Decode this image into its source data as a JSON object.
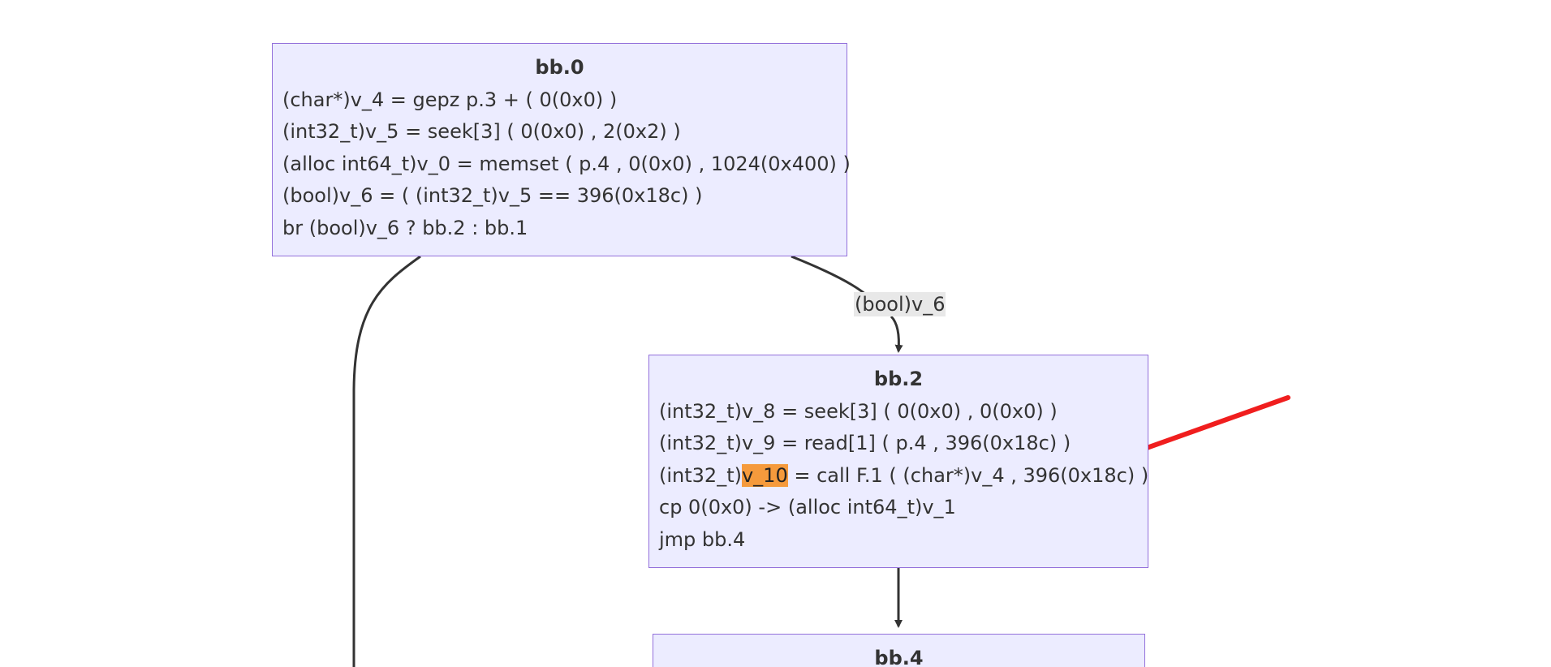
{
  "diagram": {
    "nodes": [
      {
        "id": "bb0",
        "title": "bb.0",
        "lines": [
          "(char*)v_4 = gepz p.3 + ( 0(0x0) )",
          "(int32_t)v_5 = seek[3] ( 0(0x0) , 2(0x2) )",
          "(alloc int64_t)v_0 = memset ( p.4 , 0(0x0) , 1024(0x400) )",
          "(bool)v_6 = ( (int32_t)v_5 == 396(0x18c) )",
          "br (bool)v_6 ? bb.2 : bb.1"
        ]
      },
      {
        "id": "bb2",
        "title": "bb.2",
        "lines": [
          "(int32_t)v_8 = seek[3] ( 0(0x0) , 0(0x0) )",
          "(int32_t)v_9 = read[1] ( p.4 , 396(0x18c) )",
          "cp 0(0x0) -> (alloc int64_t)v_1",
          "jmp bb.4"
        ],
        "highlighted_line": {
          "before": "(int32_t)",
          "highlight": "v_10",
          "after": " = call F.1 ( (char*)v_4 , 396(0x18c) )"
        }
      },
      {
        "id": "bb4",
        "title": "bb.4",
        "lines": []
      }
    ],
    "edges": [
      {
        "from": "bb0",
        "to": "bb2",
        "label": "(bool)v_6"
      },
      {
        "from": "bb2",
        "to": "bb4",
        "label": ""
      },
      {
        "from": "bb0",
        "to": "bb1",
        "label": ""
      }
    ],
    "annotation": {
      "type": "arrow",
      "color": "#F01E1E",
      "points_to": "v_10"
    },
    "colors": {
      "node_fill": "#ECECFF",
      "node_border": "#9370DB",
      "edge": "#333333",
      "highlight": "#F59A3C",
      "annotation_arrow": "#F01E1E"
    }
  }
}
